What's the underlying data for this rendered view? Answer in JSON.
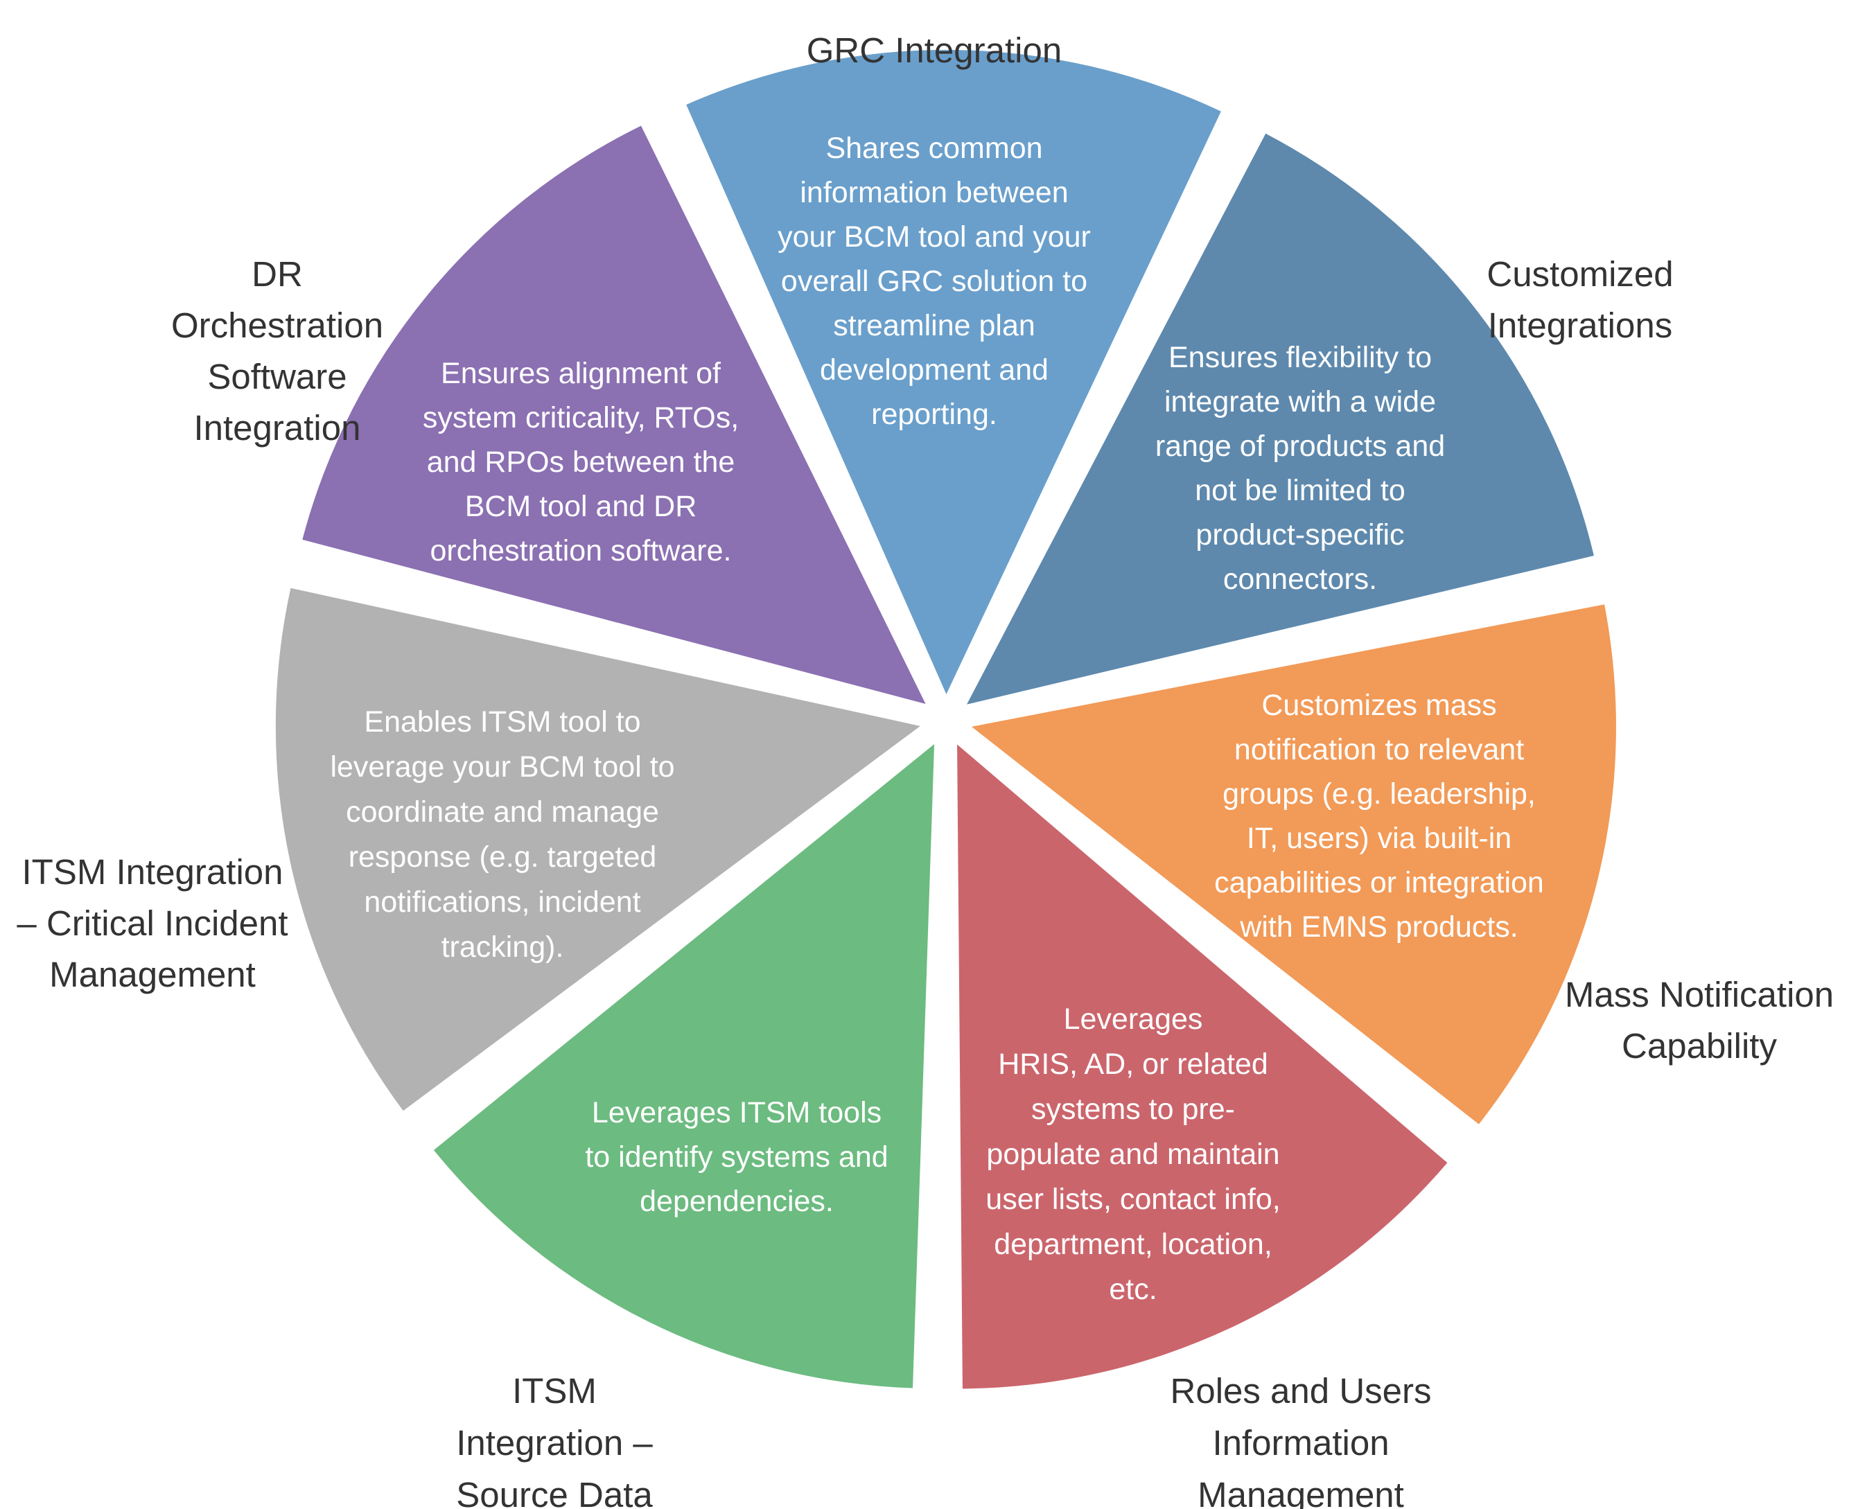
{
  "diagram": {
    "segments": [
      {
        "id": "grc",
        "color": "#6a9fcb",
        "title": [
          "GRC Integration"
        ],
        "description": [
          "Shares common",
          "information between",
          "your BCM tool and your",
          "overall GRC solution to",
          "streamline plan",
          "development and",
          "reporting."
        ]
      },
      {
        "id": "customized",
        "color": "#5e89ad",
        "title": [
          "Customized",
          "Integrations"
        ],
        "description": [
          "Ensures flexibility to",
          "integrate with a wide",
          "range of products and",
          "not be limited to",
          "product-specific",
          "connectors."
        ]
      },
      {
        "id": "mass-notification",
        "color": "#f29a57",
        "title": [
          "Mass Notification",
          "Capability"
        ],
        "description": [
          "Customizes mass",
          "notification to relevant",
          "groups (e.g. leadership,",
          "IT, users) via built-in",
          "capabilities or integration",
          "with EMNS products."
        ]
      },
      {
        "id": "roles-users",
        "color": "#cb656c",
        "title": [
          "Roles and Users",
          "Information",
          "Management"
        ],
        "description": [
          "Leverages",
          "HRIS, AD, or related",
          "systems to pre-",
          "populate and maintain",
          "user lists, contact info,",
          "department, location,",
          "etc."
        ]
      },
      {
        "id": "itsm-source",
        "color": "#6cbb80",
        "title": [
          "ITSM",
          "Integration –",
          "Source Data"
        ],
        "description": [
          "Leverages ITSM tools",
          "to identify systems and",
          "dependencies."
        ]
      },
      {
        "id": "itsm-incident",
        "color": "#b2b2b2",
        "title": [
          "ITSM Integration",
          "– Critical Incident",
          "Management"
        ],
        "description": [
          "Enables ITSM tool  to",
          "leverage your BCM tool to",
          "coordinate and manage",
          "response (e.g. targeted",
          "notifications, incident",
          "tracking)."
        ]
      },
      {
        "id": "dr-orchestration",
        "color": "#8b70b2",
        "title": [
          "DR",
          "Orchestration",
          "Software",
          "Integration"
        ],
        "description": [
          "Ensures alignment of",
          "system criticality, RTOs,",
          "and RPOs between the",
          "BCM tool and DR",
          "orchestration software."
        ]
      }
    ]
  }
}
